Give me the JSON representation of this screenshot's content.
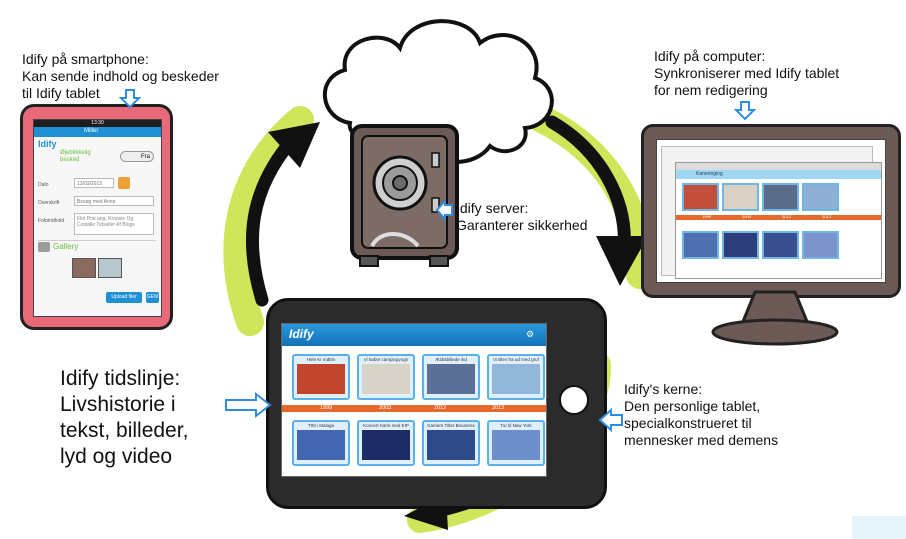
{
  "captions": {
    "smartphone": [
      "Idify på smartphone:",
      "Kan sende indhold og beskeder",
      "til Idify tablet"
    ],
    "computer": [
      "Idify på computer:",
      "Synkroniserer med Idify tablet",
      "for nem redigering"
    ],
    "server": [
      "Idify server:",
      "Garanterer sikkerhed"
    ],
    "timeline": [
      "Idify tidslinje:",
      "Livshistorie i",
      "tekst, billeder,",
      "lyd og video"
    ],
    "core": [
      "Idify's kerne:",
      "Den personlige tablet,",
      "specialkonstrueret til",
      "mennesker med demens"
    ]
  },
  "phone": {
    "time": "13:30",
    "header": "Idify",
    "tab": "Miller",
    "urgent_label": "Øjeblikkelig besked",
    "toggle": "Fra",
    "date_label": "Dato",
    "date_value": "13/03/2013",
    "subject_label": "Overskrift",
    "subject_value": "Besøg med Anne",
    "note_label": "Fotoindhold",
    "note_value": "Flot Prst ang. Kronsie Og Costalle Tidsaller Af Blogs",
    "gallery": "Gallery",
    "upload_btn": "Upload filer",
    "save_btn": "GEM"
  },
  "tablet": {
    "logo": "Idify",
    "years": [
      "1999",
      "2003",
      "2012",
      "2013"
    ],
    "top_titles": [
      "Hele Kr Indtim",
      "Vi købte campingvogn",
      "Ældstbillede ind",
      "Vi Blev fra ud med gruf"
    ],
    "bottom_titles": [
      "TIM i Malaga",
      "Koncert Karin med EIP Shakst",
      "Karriere Tilter Bevarens",
      "Tur til New York"
    ]
  },
  "computer": {
    "header": "Kaneringing",
    "years": [
      "1999",
      "2003",
      "2012",
      "2013"
    ]
  },
  "colors": {
    "arrow_green": "#cfe55a",
    "arrow_black": "#111111",
    "phone_pink": "#e8697a",
    "device_dark": "#2b2b2b",
    "monitor_brown": "#6b5a55",
    "idify_blue": "#1f8fd6",
    "timeline_orange": "#e36a2a",
    "pointer_blue": "#2f8de0"
  }
}
